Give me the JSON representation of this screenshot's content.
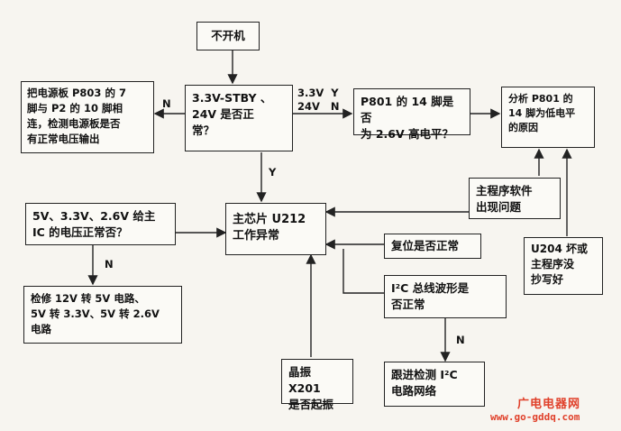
{
  "nodes": {
    "no_power": "不开机",
    "check_psu": "把电源板 P803 的 7\n脚与 P2 的 10 脚相\n连，检测电源板是否\n有正常电压输出",
    "check_standby": "3.3V-STBY 、\n24V  是否正\n常？",
    "check_p801": "P801 的 14 脚是否\n为 2.6V 高电平？",
    "analyze_p801": "分析 P801 的\n14 脚为低电平\n的原因",
    "main_program": "主程序软件\n出现问题",
    "check_voltages": "5V、3.3V、2.6V 给主\nIC 的电压正常否？",
    "main_chip": "主芯片 U212\n工作异常",
    "reset": "复位是否正常",
    "u204": "U204 坏或\n主程序没\n抄写好",
    "i2c_wave": "I²C 总线波形是\n否正常",
    "repair": "检修 12V 转 5V 电路、\n5V 转 3.3V、5V 转 2.6V\n电路",
    "crystal": "晶振 X201\n是否起振",
    "i2c_network": "跟进检测 I²C\n电路网络"
  },
  "labels": {
    "n_left": "N",
    "yn_values": "3.3V  Y\n24V   N",
    "y_down": "Y",
    "n_voltage": "N",
    "n_i2c": "N"
  },
  "watermark": {
    "line1": "广电电器网",
    "line2": "www.go-gddq.com"
  }
}
